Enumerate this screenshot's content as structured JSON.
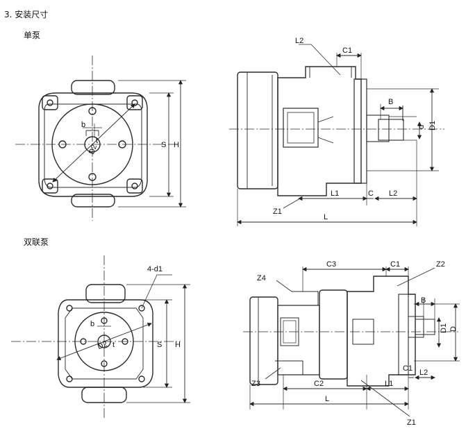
{
  "section_heading": "3. 安装尺寸",
  "single_pump": {
    "title": "单泵",
    "front_labels": {
      "D2": "D2",
      "b": "b",
      "t": "t",
      "S": "S",
      "H": "H"
    },
    "side_labels": {
      "L2_top": "L2",
      "C1": "C1",
      "B": "B",
      "d": "d",
      "D1": "D1",
      "Z1": "Z1",
      "L1": "L1",
      "C": "C",
      "L2_bottom": "L2",
      "L": "L"
    }
  },
  "double_pump": {
    "title": "双联泵",
    "front_labels": {
      "holes": "4-d1",
      "b": "b",
      "D2": "D2",
      "t": "t",
      "S": "S",
      "H": "H"
    },
    "side_labels": {
      "C3": "C3",
      "C1_top": "C1",
      "Z2": "Z2",
      "Z4": "Z4",
      "B": "B",
      "D1": "D1",
      "D": "D",
      "Z3": "Z3",
      "C1_mid": "C1",
      "L2": "L2",
      "C2": "C2",
      "L1": "L1",
      "L": "L",
      "Z1": "Z1"
    }
  },
  "colors": {
    "line": "#2a2a2a",
    "dim": "#333333",
    "background": "#ffffff"
  }
}
